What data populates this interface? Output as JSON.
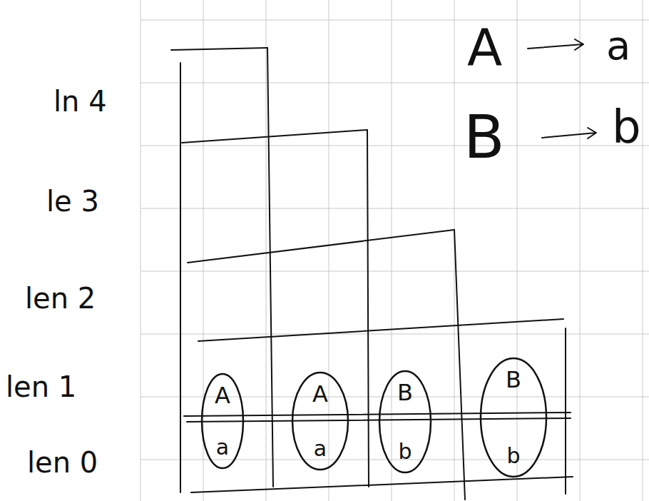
{
  "diagram": {
    "nodes": [
      {
        "text": [
          "A",
          "a"
        ]
      },
      {
        "text": [
          "A",
          "a"
        ]
      },
      {
        "text": [
          "B",
          "b"
        ]
      },
      {
        "text": [
          "B",
          "b"
        ]
      }
    ],
    "labels": [
      "ln 4",
      "le 3",
      "len 2",
      "len 1",
      "len 0",
      "A",
      "a",
      "B",
      "b"
    ]
  }
}
